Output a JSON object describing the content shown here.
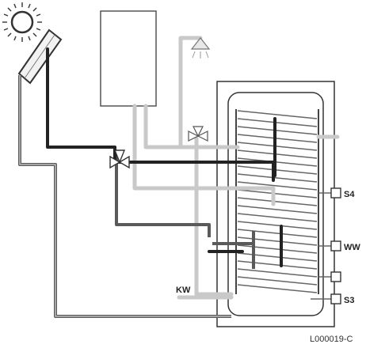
{
  "labels": {
    "s4": "S4",
    "ww": "WW",
    "s3": "S3",
    "kw": "KW",
    "code": "L000019-C"
  },
  "icons": [
    "sun-icon",
    "solar-collector-icon",
    "boiler-icon",
    "shower-head-icon",
    "mixing-valve-icon",
    "three-way-valve-icon"
  ],
  "colors": {
    "dark_pipe": "#222222",
    "medium_pipe": "#5a5a5a",
    "light_pipe": "#c9c9c9",
    "outline": "#333333"
  }
}
